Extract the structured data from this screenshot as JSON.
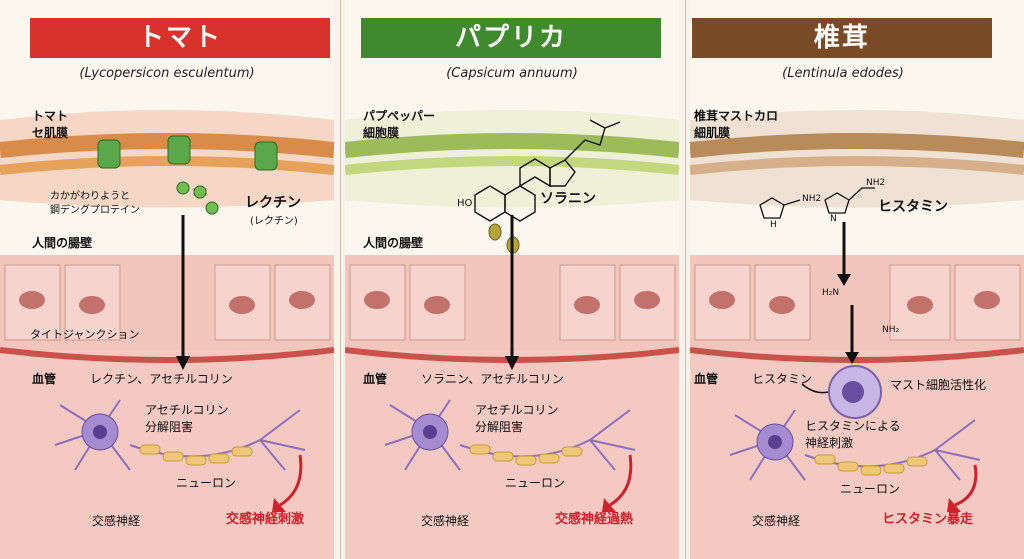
{
  "panels": [
    {
      "title": "トマト",
      "scientific_name": "(Lycopersicon esculentum)",
      "membrane_label": "トマト\nセ肌膜",
      "protein_label": "カかがわりようと\n鋼デングプロテイン",
      "compound_label": "レクチン",
      "compound_sub": "(レクチン)",
      "gut_label": "人間の腸壁",
      "junction_label": "タイトジャンクション",
      "vessel_label": "血管",
      "vessel_text": "レクチン、アセチルコリン",
      "inhibit_label": "アセチルコリン\n分解阻害",
      "neuron_label": "ニューロン",
      "nerve_label": "交感神経",
      "effect_label": "交感神経刺激"
    },
    {
      "title": "パプリカ",
      "scientific_name": "(Capsicum annuum)",
      "membrane_label": "パプペッパー\n細胞膜",
      "compound_label": "ソラニン",
      "gut_label": "人間の腸壁",
      "vessel_label": "血管",
      "vessel_text": "ソラニン、アセチルコリン",
      "inhibit_label": "アセチルコリン\n分解阻害",
      "neuron_label": "ニューロン",
      "nerve_label": "交感神経",
      "effect_label": "交感神経過熱"
    },
    {
      "title": "椎茸",
      "scientific_name": "(Lentinula edodes)",
      "membrane_label": "椎茸マストカロ\n細肌膜",
      "compound_label": "ヒスタミン",
      "vessel_label": "血管",
      "vessel_text": "ヒスタミン",
      "mast_label": "マスト細胞活性化",
      "stim_label": "ヒスタミンによる\n神経刺激",
      "neuron_label": "ニューロン",
      "nerve_label": "交感神経",
      "effect_label": "ヒスタミン暴走"
    }
  ],
  "chem": {
    "nh2": "NH2",
    "nh2_alt": "H₂N",
    "nh2_sub": "NH₂",
    "n_atom": "N",
    "nh_atom": "H",
    "ho": "HO",
    "h_small": "H"
  },
  "colors": {
    "tomato": "#d8322b",
    "paprika": "#3f8a2c",
    "shiitake": "#7a4a26"
  }
}
